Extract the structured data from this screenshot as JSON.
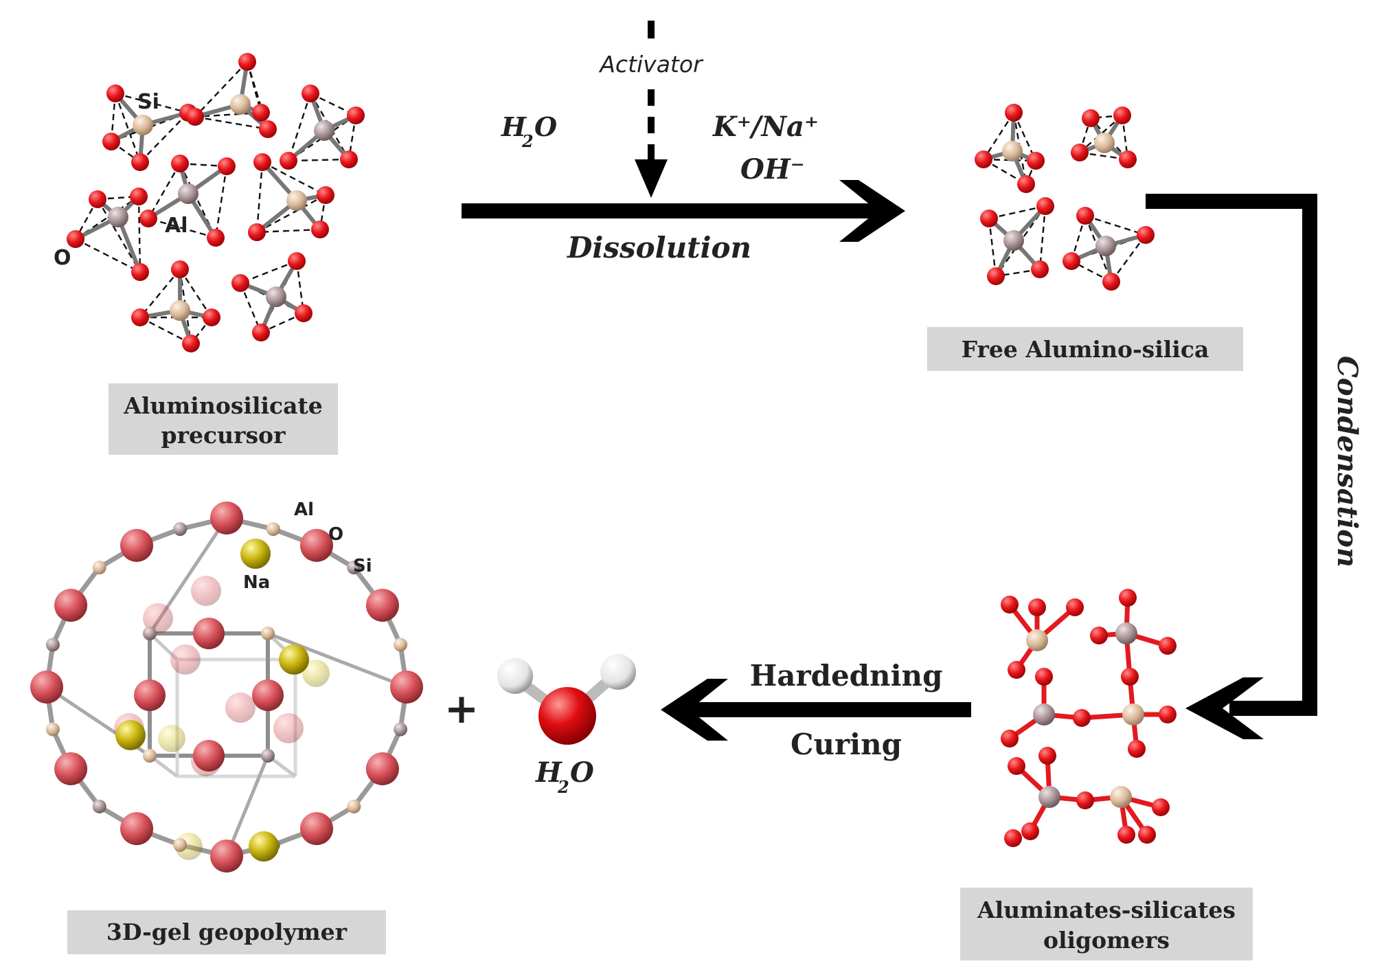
{
  "arrow_texts": {
    "activator": "Activator",
    "water_left": "H",
    "water_left_sub": "2",
    "water_left_o": "O",
    "ions_k_na": "K⁺/Na⁺",
    "ions_oh": "OH⁻",
    "dissolution": "Dissolution",
    "condensation": "Condensation",
    "hardening": "Hardedning",
    "curing": "Curing",
    "plus": "+"
  },
  "stage_labels": {
    "precursor_line1": "Aluminosilicate",
    "precursor_line2": "precursor",
    "free": "Free Alumino-silica",
    "oligomers_line1": "Aluminates-silicates",
    "oligomers_line2": "oligomers",
    "geopolymer": "3D-gel geopolymer"
  },
  "atom_labels": {
    "si": "Si",
    "al": "Al",
    "o": "O",
    "na": "Na"
  },
  "water_product": {
    "h": "H",
    "sub": "2",
    "o": "O"
  },
  "colors": {
    "oxygen": "#e8161b",
    "silicon": "#d9b99a",
    "aluminium": "#a89395",
    "sodium": "#c9b40f",
    "cage_oxygen": "#d9535b",
    "label_box": "#d6d6d6",
    "arrow": "#000000"
  }
}
